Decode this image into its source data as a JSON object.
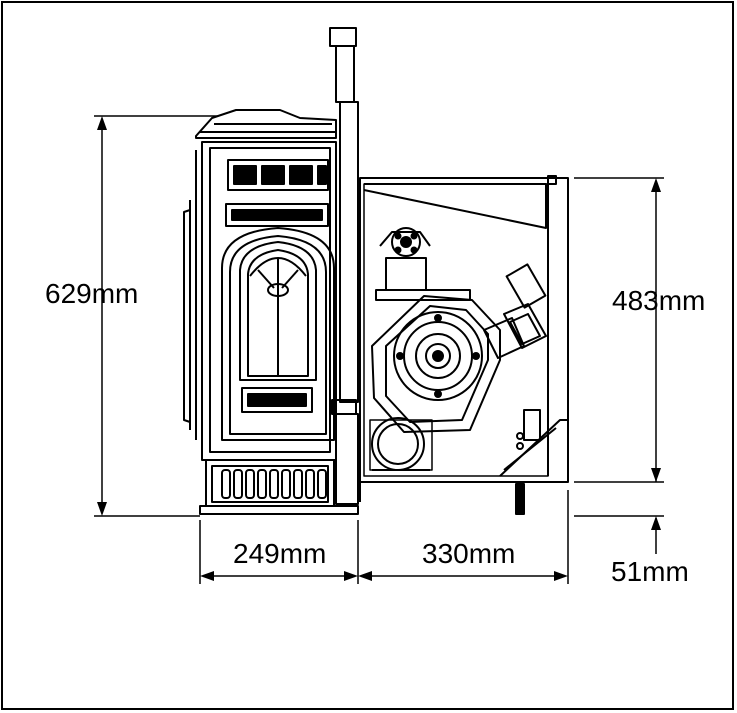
{
  "dimensions": {
    "height_total": "629mm",
    "height_body": "483mm",
    "width_front": "249mm",
    "depth_side": "330mm",
    "leg_height": "51mm"
  }
}
